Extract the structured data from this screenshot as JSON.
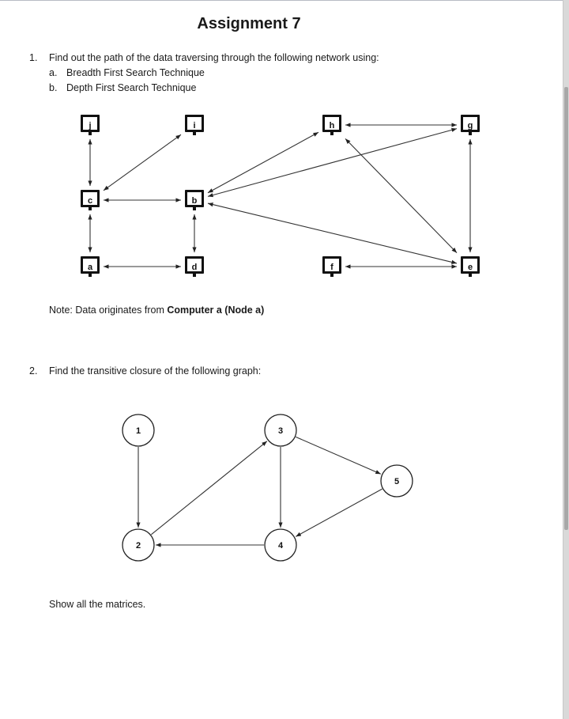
{
  "title": "Assignment 7",
  "q1": {
    "number": "1.",
    "text": "Find out the path of the data traversing through the following network using:",
    "a_label": "a.",
    "a_text": "Breadth First Search Technique",
    "b_label": "b.",
    "b_text": "Depth First Search Technique"
  },
  "network": {
    "nodes": [
      "j",
      "i",
      "h",
      "g",
      "c",
      "b",
      "a",
      "d",
      "f",
      "e"
    ],
    "edges": [
      [
        "j",
        "c"
      ],
      [
        "c",
        "b"
      ],
      [
        "c",
        "a"
      ],
      [
        "c",
        "i"
      ],
      [
        "b",
        "d"
      ],
      [
        "b",
        "h"
      ],
      [
        "b",
        "g"
      ],
      [
        "b",
        "e"
      ],
      [
        "a",
        "d"
      ],
      [
        "h",
        "g"
      ],
      [
        "h",
        "e"
      ],
      [
        "g",
        "e"
      ],
      [
        "f",
        "e"
      ]
    ]
  },
  "note": {
    "prefix": "Note: Data originates from ",
    "bold": "Computer a (Node a)"
  },
  "q2": {
    "number": "2.",
    "text": "Find the transitive closure of the following graph:"
  },
  "graph": {
    "nodes": [
      "1",
      "2",
      "3",
      "4",
      "5"
    ],
    "edges": [
      [
        "1",
        "2"
      ],
      [
        "2",
        "3"
      ],
      [
        "3",
        "4"
      ],
      [
        "3",
        "5"
      ],
      [
        "4",
        "2"
      ],
      [
        "5",
        "4"
      ]
    ]
  },
  "show": "Show all the matrices."
}
